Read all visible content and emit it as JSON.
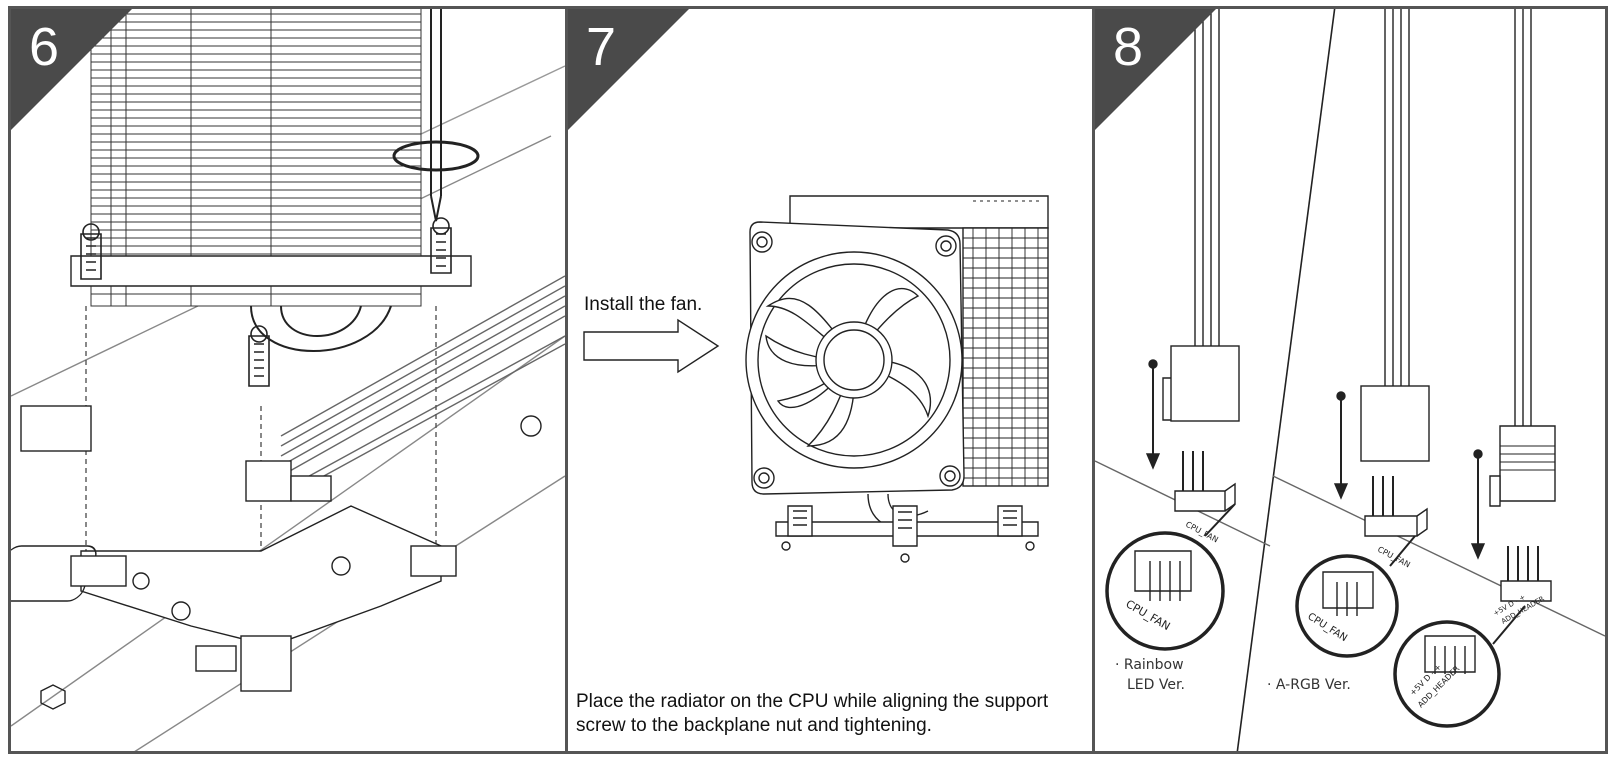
{
  "steps": [
    {
      "number": "6"
    },
    {
      "number": "7",
      "install_text": "Install the fan.",
      "caption": "Place the radiator on the CPU while aligning the support screw to the backplane nut and tightening."
    },
    {
      "number": "8",
      "versions": [
        {
          "label_line1": "· Rainbow",
          "label_line2": "LED Ver."
        },
        {
          "label_line1": "· A-RGB Ver."
        }
      ],
      "header_labels": {
        "cpu_fan": "CPU_FAN",
        "argb_pins": "+5V  D  -  +",
        "argb_header": "ADD_HEADER"
      }
    }
  ],
  "colors": {
    "frame": "#555555",
    "badge": "#4a4a4a",
    "line_art": "#222222"
  },
  "icons": {
    "arrow": "outline-right-arrow",
    "twist": "rotation-arrow"
  }
}
